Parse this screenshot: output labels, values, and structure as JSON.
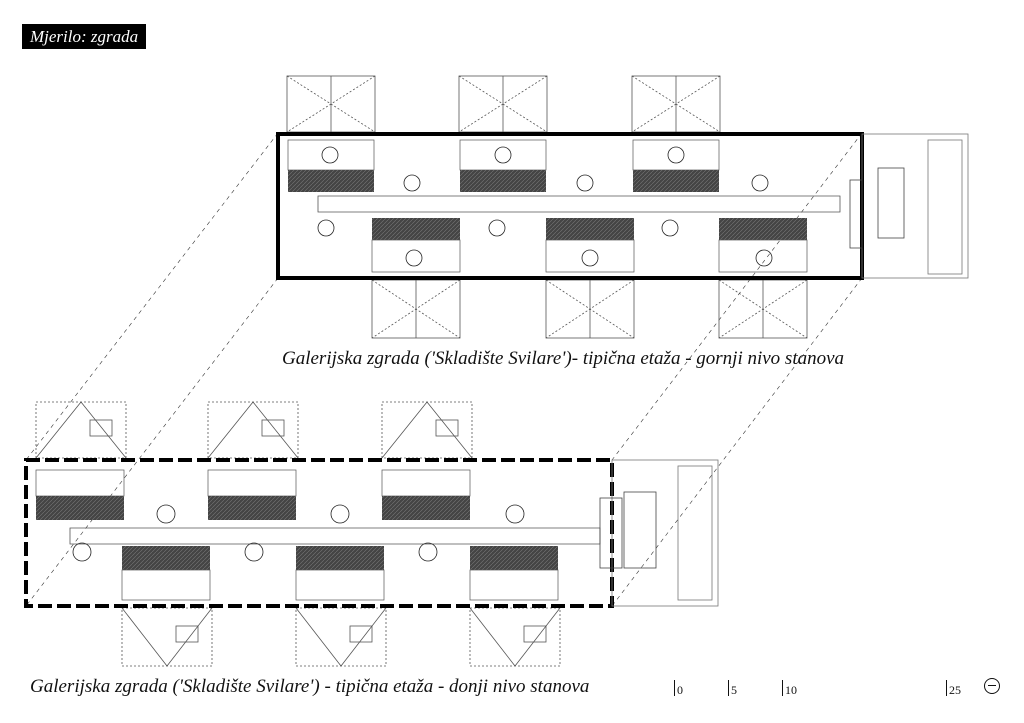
{
  "scale_label": "Mjerilo: zgrada",
  "captions": {
    "upper": "Galerijska zgrada ('Skladište Svilare')- tipična etaža - gornji nivo stanova",
    "lower": "Galerijska zgrada ('Skladište Svilare') - tipična etaža - donji nivo stanova"
  },
  "scale_bar": [
    "0",
    "5",
    "10",
    "25"
  ],
  "icons": {
    "north": "north-arrow-icon"
  }
}
